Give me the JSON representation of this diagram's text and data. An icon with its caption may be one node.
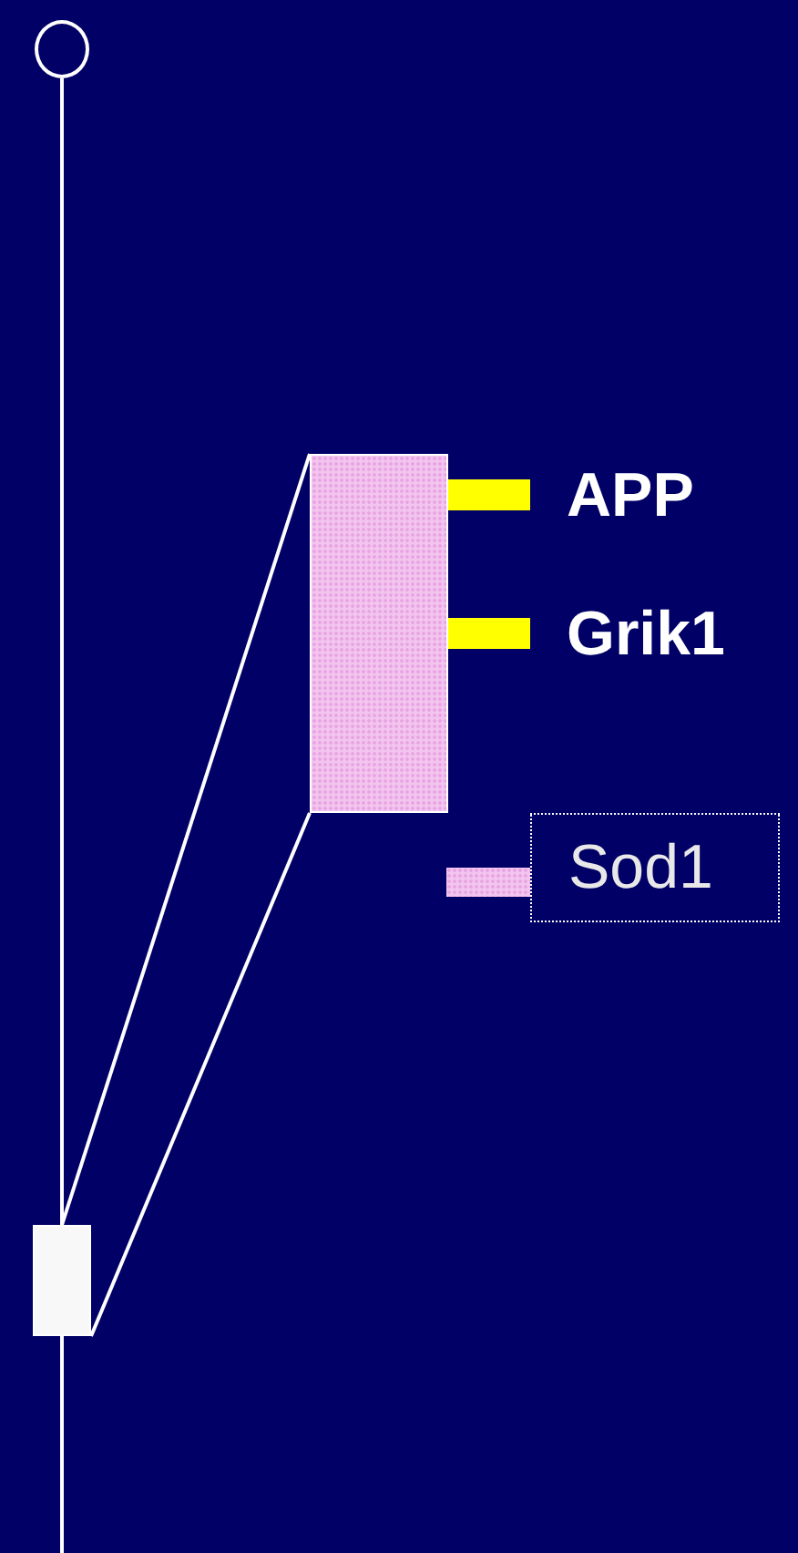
{
  "diagram": {
    "nodes": [
      {
        "text": [],
        "shape": "circle"
      },
      {
        "text": [],
        "shape": "box"
      },
      {
        "text": [],
        "shape": "bar"
      },
      {
        "text": [
          "APP"
        ]
      },
      {
        "text": [],
        "shape": "bar"
      },
      {
        "text": [
          "Grik1"
        ]
      },
      {
        "text": [],
        "shape": "bar"
      },
      {
        "text": [
          "Sod1"
        ]
      },
      {
        "text": [],
        "shape": "box"
      }
    ],
    "edges": [
      {
        "from": 0,
        "to": 8,
        "arrow": "none"
      },
      {
        "from": 8,
        "to": null,
        "arrow": "none"
      },
      {
        "from": 8,
        "to": 1,
        "arrow": "none"
      },
      {
        "from": 8,
        "to": 1,
        "arrow": "none"
      }
    ]
  }
}
